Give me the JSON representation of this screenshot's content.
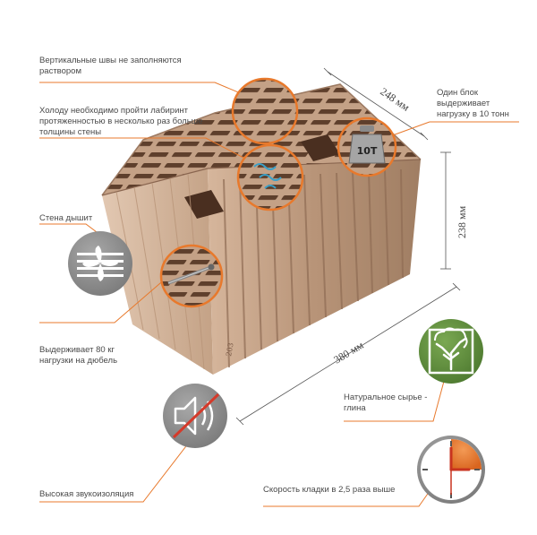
{
  "callouts": {
    "vertical_joints": "Вертикальные швы не заполняются\nраствором",
    "cold_labyrinth": "Холоду необходимо пройти лабиринт\nпротяженностью в несколько раз больше\nтолщины стены",
    "wall_breathes": "Стена дышит",
    "dowel_load": "Выдерживает 80 кг\nнагрузки на дюбель",
    "sound_insulation": "Высокая звукоизоляция",
    "block_load": "Один блок\nвыдерживает\nнагрузку в 10 тонн",
    "natural_clay": "Натуральное сырье -\nглина",
    "laying_speed": "Скорость кладки в 2,5 раза выше"
  },
  "dimensions": {
    "depth": "248 мм",
    "height": "238 мм",
    "length": "380 мм"
  },
  "weight_label": "10T",
  "colors": {
    "accent_orange": "#e8792c",
    "icon_gray": "#8a8a8a",
    "tree_green": "#5a8a3a",
    "brick_face": "#b89478",
    "brick_top": "#c9a78c",
    "brick_dark": "#8a6650",
    "text": "#4a4a4a"
  },
  "icons": [
    "fan-icon",
    "speaker-muted-icon",
    "tree-icon",
    "clock-icon",
    "weight-icon",
    "dowel-icon"
  ]
}
